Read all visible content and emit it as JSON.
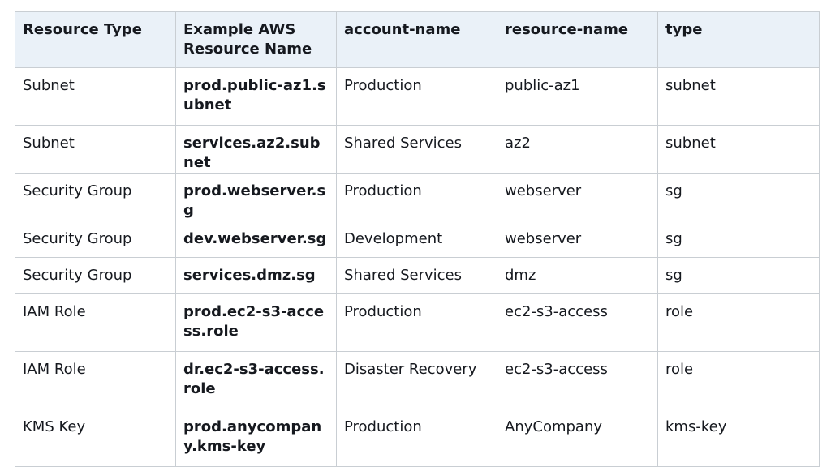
{
  "table": {
    "headers": [
      "Resource Type",
      "Example AWS Resource Name",
      "account-name",
      "resource-name",
      "type"
    ],
    "rows": [
      [
        "Subnet",
        "prod.public-az1.subnet",
        "Production",
        "public-az1",
        "subnet"
      ],
      [
        "Subnet",
        "services.az2.subnet",
        "Shared Services",
        "az2",
        "subnet"
      ],
      [
        "Security Group",
        "prod.webserver.sg",
        "Production",
        "webserver",
        "sg"
      ],
      [
        "Security Group",
        "dev.webserver.sg",
        "Development",
        "webserver",
        "sg"
      ],
      [
        "Security Group",
        "services.dmz.sg",
        "Shared Services",
        "dmz",
        "sg"
      ],
      [
        "IAM Role",
        "prod.ec2-s3-access.role",
        "Production",
        "ec2-s3-access",
        "role"
      ],
      [
        "IAM Role",
        "dr.ec2-s3-access.role",
        "Disaster Recovery",
        "ec2-s3-access",
        "role"
      ],
      [
        "KMS Key",
        "prod.anycompany.kms-key",
        "Production",
        "AnyCompany",
        "kms-key"
      ]
    ]
  }
}
